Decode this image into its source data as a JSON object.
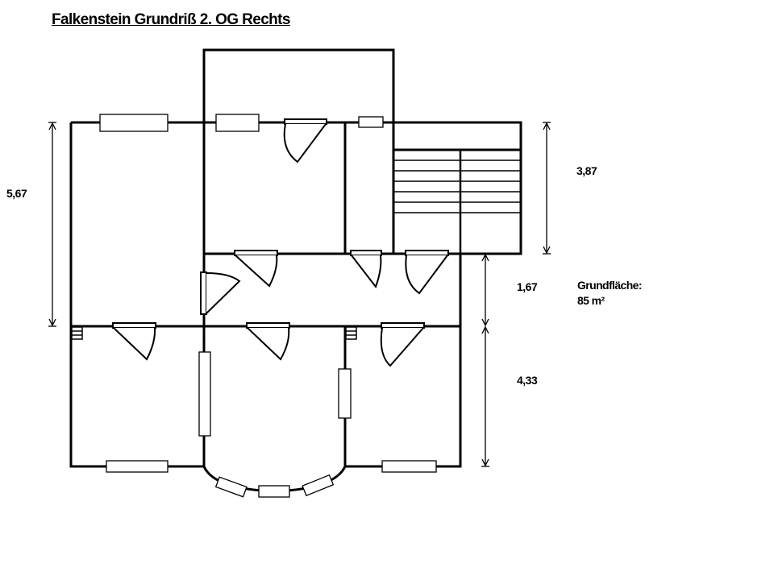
{
  "title": "Falkenstein Grundriß  2. OG Rechts",
  "dimensions": {
    "left_height": "5,67",
    "stair_height": "3,87",
    "corridor_height": "1,67",
    "bottom_height": "4,33"
  },
  "area": {
    "label": "Grundfläche:",
    "value": "85 m²"
  },
  "colors": {
    "line": "#000000",
    "background": "#ffffff"
  }
}
